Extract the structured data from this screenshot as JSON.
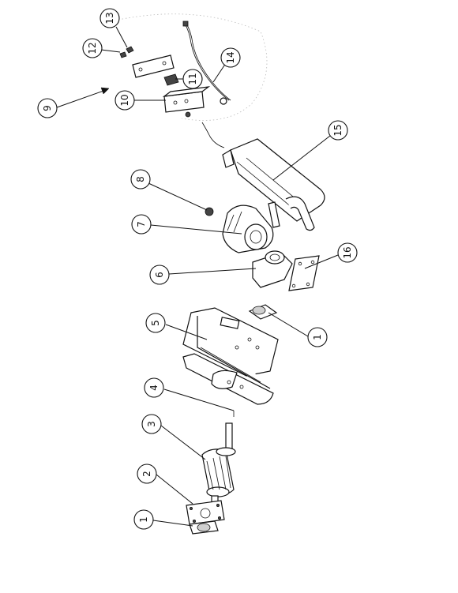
{
  "callouts": [
    {
      "id": "c13",
      "label": "13"
    },
    {
      "id": "c12",
      "label": "12"
    },
    {
      "id": "c14",
      "label": "14"
    },
    {
      "id": "c11",
      "label": "11"
    },
    {
      "id": "c10",
      "label": "10"
    },
    {
      "id": "c9",
      "label": "9"
    },
    {
      "id": "c15",
      "label": "15"
    },
    {
      "id": "c8",
      "label": "8"
    },
    {
      "id": "c7",
      "label": "7"
    },
    {
      "id": "c16",
      "label": "16"
    },
    {
      "id": "c6",
      "label": "6"
    },
    {
      "id": "c5",
      "label": "5"
    },
    {
      "id": "c1a",
      "label": "1"
    },
    {
      "id": "c4",
      "label": "4"
    },
    {
      "id": "c3",
      "label": "3"
    },
    {
      "id": "c2",
      "label": "2"
    },
    {
      "id": "c1b",
      "label": "1"
    }
  ]
}
